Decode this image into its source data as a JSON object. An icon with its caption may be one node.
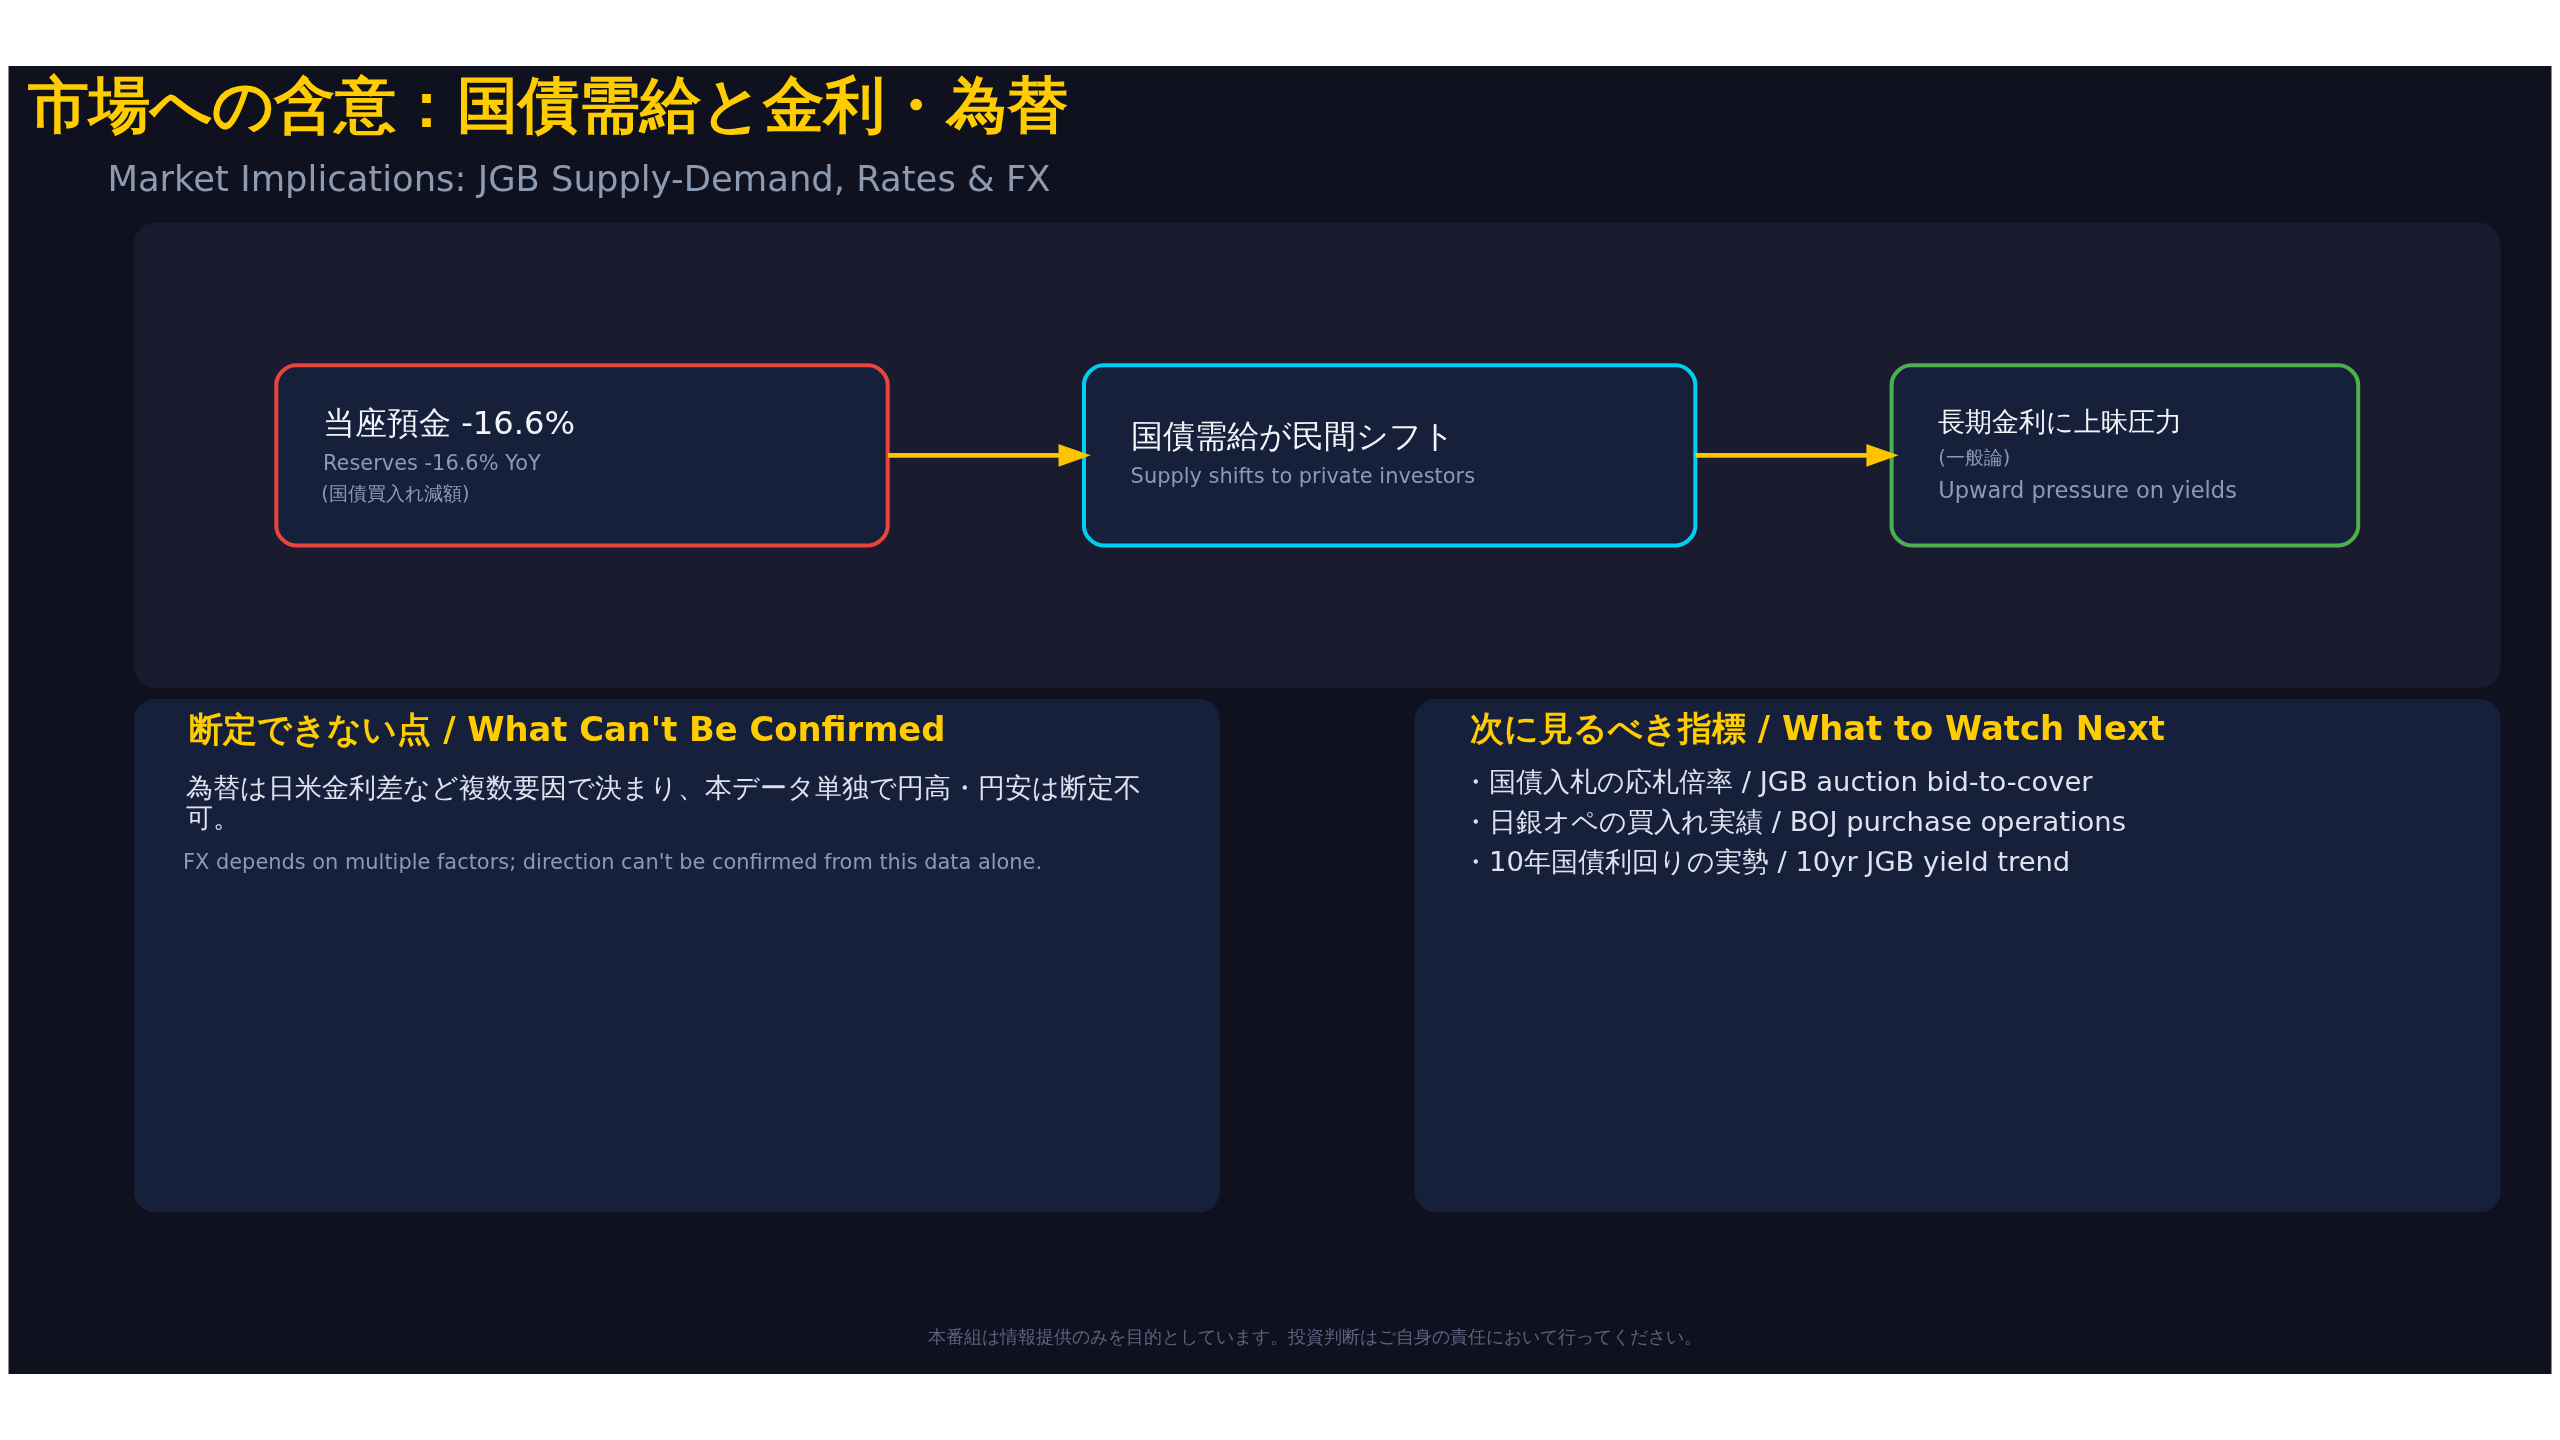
{
  "diagram": {
    "title": "市場への含意：国債需給と金利・為替",
    "nodes": [
      {
        "text": [],
        "shape": "box"
      },
      {
        "text": [
          "当座預金 -16.6%",
          "Reserves -16.6% YoY",
          "(国債買入れ減額)"
        ],
        "in": 0
      },
      {
        "text": [
          "国債需給が民間シフト",
          "Supply shifts to private investors"
        ],
        "in": 0
      },
      {
        "text": [
          "長期金利に上昧圧力",
          "(一般論)",
          "Upward pressure on yields"
        ],
        "in": 0
      },
      {
        "text": [
          "断定できない点 / What Can't Be Confirmed",
          "為替は日米金利差など複数要因で決まり、本データ単独で円高・円安は断定不可。",
          "FX depends on multiple factors; direction can't be confirmed from this data alone."
        ]
      },
      {
        "text": [
          "次に見るべき指標 / What to Watch Next",
          "・国債入札の応札倍率 / JGB auction bid-to-cover",
          "・日銀オペの買入れ実績 / BOJ purchase operations",
          "・10年国債利回りの実勢 / 10yr JGB yield trend"
        ]
      }
    ],
    "edges": [
      {
        "from": 1,
        "to": 2,
        "arrow": "to"
      },
      {
        "from": 2,
        "to": 3,
        "arrow": "to"
      }
    ],
    "labels": [
      "Market Implications: JGB Supply-Demand, Rates & FX",
      "本番組は情報提供のみを目的としています。投資判断はご自身の責任において行ってください。"
    ]
  }
}
